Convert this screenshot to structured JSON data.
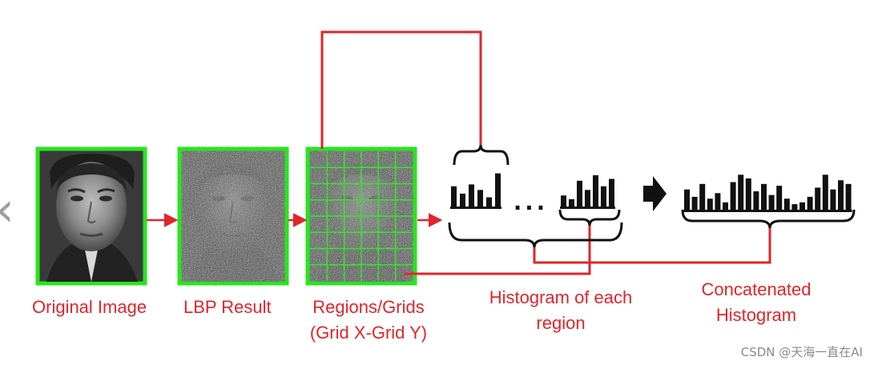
{
  "captions": {
    "original_image": "Original Image",
    "lbp_result": "LBP Result",
    "regions_line1": "Regions/Grids",
    "regions_line2": "(Grid X-Grid Y)",
    "histogram_line1": "Histogram of each",
    "histogram_line2": "region",
    "concat_line1": "Concatenated",
    "concat_line2": "Histogram"
  },
  "ellipsis": "...",
  "watermark": "CSDN @天海一直在AI",
  "colors": {
    "accent_red": "#e0252b",
    "frame_green": "#27e51f",
    "grid_green": "#2ee82a",
    "bar_black": "#111111"
  },
  "grid": {
    "columns": 6,
    "rows": 8
  },
  "histograms": {
    "region_first": [
      0.55,
      0.35,
      0.6,
      0.45,
      0.25,
      0.9
    ],
    "region_last": [
      0.3,
      0.2,
      0.7,
      0.45,
      0.85,
      0.55,
      0.75
    ],
    "concatenated": [
      0.55,
      0.35,
      0.7,
      0.3,
      0.45,
      0.2,
      0.75,
      0.95,
      0.85,
      0.5,
      0.7,
      0.4,
      0.65,
      0.3,
      0.15,
      0.2,
      0.35,
      0.6,
      0.95,
      0.55,
      0.8,
      0.7
    ]
  },
  "icons": {
    "back": "chevron-left-icon",
    "arrow": "arrow-right-icon"
  }
}
